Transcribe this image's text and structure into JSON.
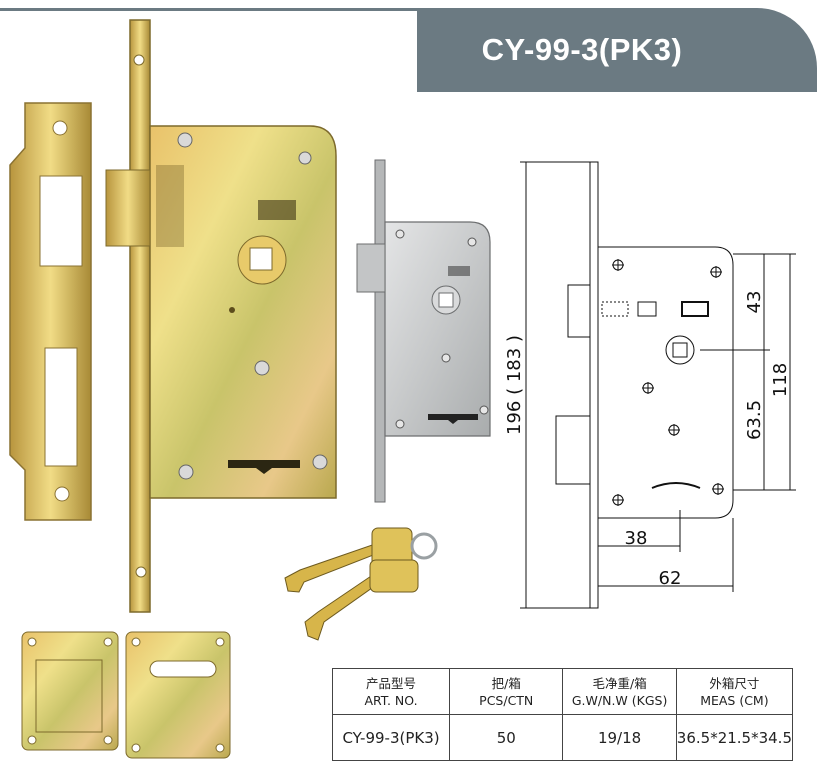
{
  "product": {
    "title": "CY-99-3(PK3)"
  },
  "drawing": {
    "dim_length": "196 ( 183 )",
    "dim_43": "43",
    "dim_118": "118",
    "dim_63_5": "63.5",
    "dim_38": "38",
    "dim_62": "62"
  },
  "spec_table": {
    "headers": [
      {
        "cn": "产品型号",
        "en": "ART. NO."
      },
      {
        "cn": "把/箱",
        "en": "PCS/CTN"
      },
      {
        "cn": "毛净重/箱",
        "en": "G.W/N.W (KGS)"
      },
      {
        "cn": "外箱尺寸",
        "en": "MEAS (CM)"
      }
    ],
    "row": [
      "CY-99-3(PK3)",
      "50",
      "19/18",
      "36.5*21.5*34.5"
    ]
  },
  "colors": {
    "banner": "#6b7a82",
    "brass": "#d8bf5a",
    "steel": "#c9cbcc"
  }
}
